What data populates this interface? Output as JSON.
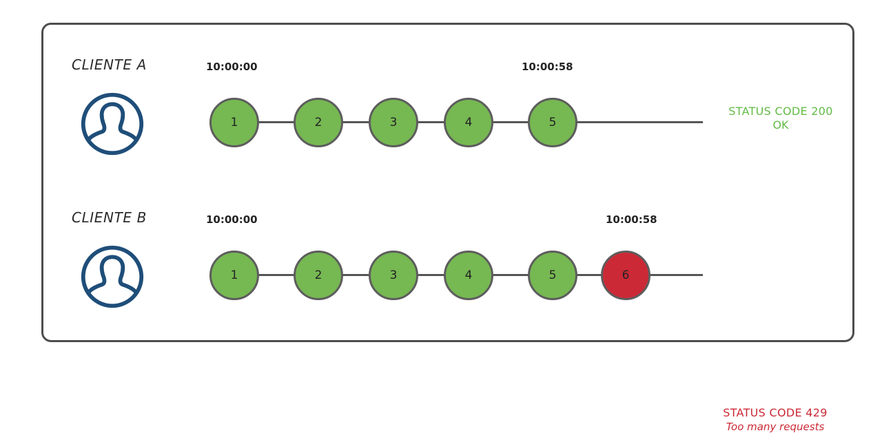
{
  "diagram": {
    "title_present": false,
    "colors": {
      "node_ok": "#76b852",
      "node_error": "#cc2936",
      "node_border": "#5d5d5d",
      "rail": "#555555",
      "frame_border": "#4d4d4d",
      "avatar": "#1f4e79",
      "status_ok_text": "#62bb46",
      "status_error_text": "#cc2936",
      "timestamp_text": "#242424",
      "label_text": "#2b2b2b",
      "background": "#ffffff"
    },
    "rows": [
      {
        "id": "cliente-a",
        "label": "CLIENTE A",
        "avatar_icon": "user-avatar-icon",
        "timestamp_start": "10:00:00",
        "timestamp_end": "10:00:58",
        "nodes": [
          {
            "number": "1",
            "state": "ok"
          },
          {
            "number": "2",
            "state": "ok"
          },
          {
            "number": "3",
            "state": "ok"
          },
          {
            "number": "4",
            "state": "ok"
          },
          {
            "number": "5",
            "state": "ok"
          }
        ],
        "status": {
          "line1": "STATUS CODE 200",
          "line2": "OK",
          "state": "ok"
        }
      },
      {
        "id": "cliente-b",
        "label": "CLIENTE B",
        "avatar_icon": "user-avatar-icon",
        "timestamp_start": "10:00:00",
        "timestamp_end": "10:00:58",
        "nodes": [
          {
            "number": "1",
            "state": "ok"
          },
          {
            "number": "2",
            "state": "ok"
          },
          {
            "number": "3",
            "state": "ok"
          },
          {
            "number": "4",
            "state": "ok"
          },
          {
            "number": "5",
            "state": "ok"
          },
          {
            "number": "6",
            "state": "error"
          }
        ],
        "status": {
          "line1": "STATUS CODE 429",
          "line2": "Too many requests",
          "state": "error"
        }
      }
    ]
  }
}
